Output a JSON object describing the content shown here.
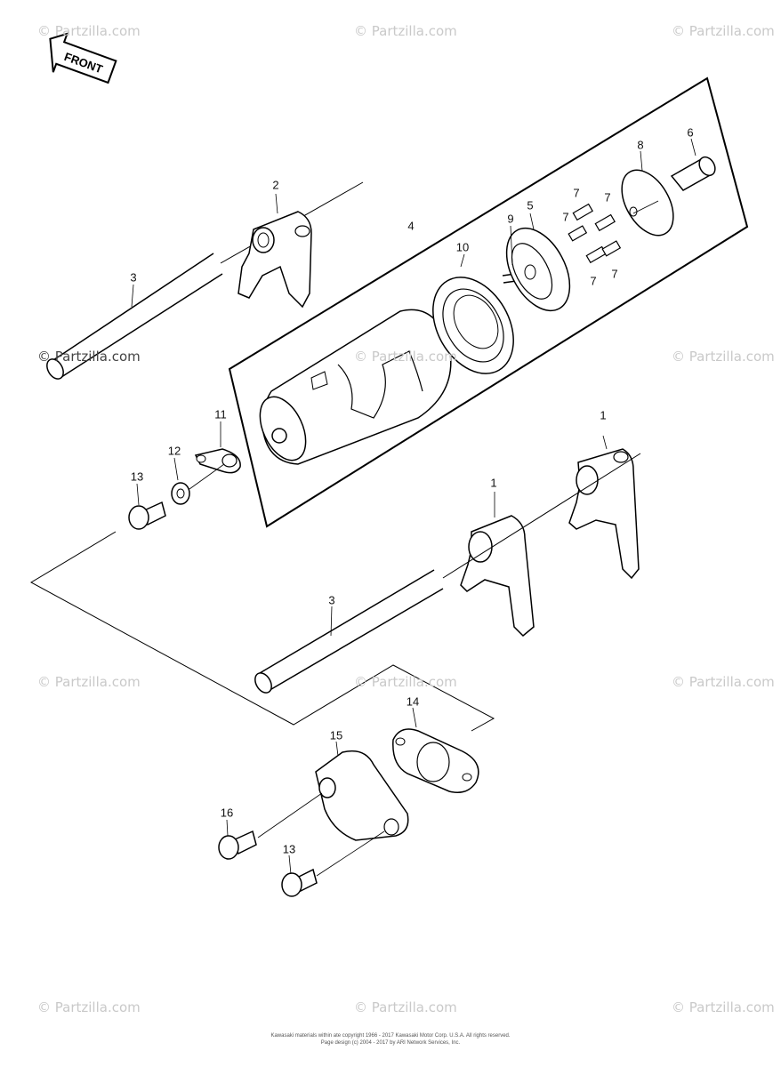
{
  "watermark": "© Partzilla.com",
  "front_label": "FRONT",
  "callouts": [
    "1",
    "1",
    "2",
    "3",
    "3",
    "4",
    "5",
    "6",
    "7",
    "7",
    "7",
    "7",
    "7",
    "8",
    "9",
    "10",
    "11",
    "12",
    "13",
    "13",
    "14",
    "15",
    "16"
  ],
  "footer": {
    "line1": "Kawasaki materials within ate copyright 1966 - 2017 Kawasaki Motor Corp. U.S.A. All rights reserved.",
    "line2": "Page design (c) 2004 - 2017 by ARI Network Services, Inc."
  }
}
